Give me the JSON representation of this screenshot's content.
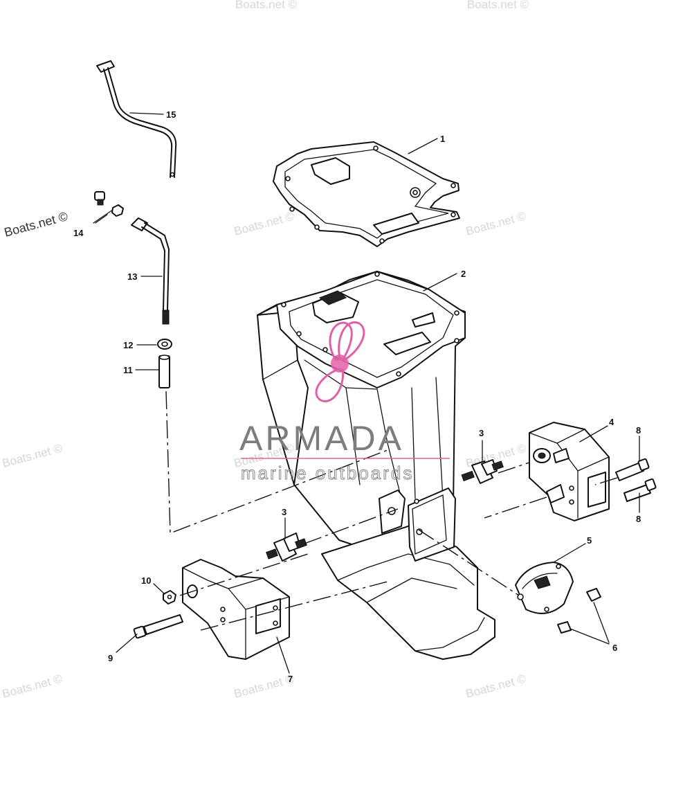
{
  "callouts": [
    "1",
    "2",
    "3",
    "3",
    "4",
    "5",
    "6",
    "7",
    "8",
    "8",
    "9",
    "10",
    "11",
    "12",
    "13",
    "14",
    "15"
  ],
  "watermark": {
    "text": "Boats.net ©",
    "color": "#d6d6d6"
  },
  "logo": {
    "name": "ARMADA",
    "tagline": "marine outboards",
    "accent": "#e060a8",
    "text_color": "#7d7d7d"
  }
}
